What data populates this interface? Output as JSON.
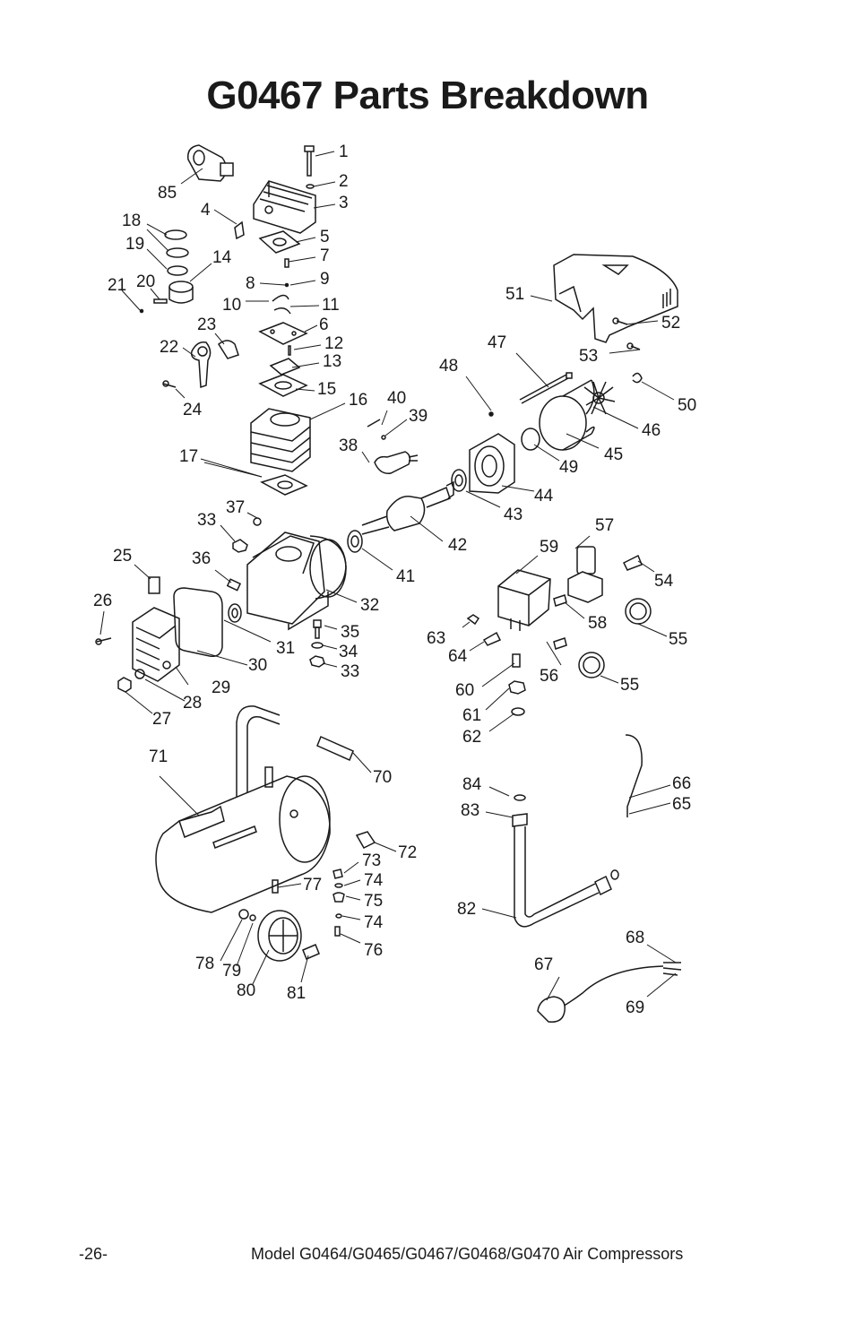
{
  "title": "G0467 Parts Breakdown",
  "footer": {
    "page": "-26-",
    "model": "Model G0464/G0465/G0467/G0468/G0470 Air Compressors"
  },
  "callouts": [
    "1",
    "2",
    "3",
    "4",
    "5",
    "6",
    "7",
    "8",
    "9",
    "10",
    "11",
    "12",
    "13",
    "14",
    "15",
    "16",
    "17",
    "18",
    "19",
    "20",
    "21",
    "22",
    "23",
    "24",
    "25",
    "26",
    "27",
    "28",
    "29",
    "30",
    "31",
    "32",
    "33",
    "33",
    "34",
    "35",
    "36",
    "37",
    "38",
    "39",
    "40",
    "41",
    "42",
    "43",
    "44",
    "45",
    "46",
    "47",
    "48",
    "49",
    "50",
    "51",
    "52",
    "53",
    "54",
    "55",
    "55",
    "56",
    "57",
    "58",
    "59",
    "60",
    "61",
    "62",
    "63",
    "64",
    "65",
    "66",
    "67",
    "68",
    "69",
    "70",
    "71",
    "72",
    "73",
    "74",
    "74",
    "75",
    "76",
    "77",
    "78",
    "79",
    "80",
    "81",
    "82",
    "83",
    "84",
    "85"
  ]
}
